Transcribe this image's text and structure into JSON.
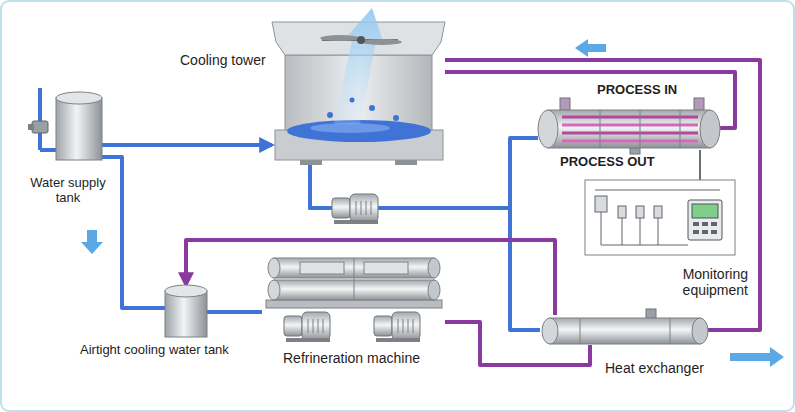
{
  "diagram": {
    "nodes": [
      {
        "text": [
          "Cooling tower"
        ]
      },
      {
        "text": [
          "Water supply tank"
        ]
      },
      {
        "text": [
          "PROCESS IN",
          "PROCESS OUT"
        ]
      },
      {
        "text": [
          "Monitoring equipment"
        ]
      },
      {
        "text": [
          "Airtight cooling water tank"
        ]
      },
      {
        "text": [
          "Refrineration machine"
        ]
      },
      {
        "text": [
          "Heat exchanger"
        ]
      }
    ],
    "edges": [
      {
        "from": 1,
        "to": 0,
        "arrow": "to"
      },
      {
        "from": 1,
        "to": 4,
        "arrow": "none"
      },
      {
        "from": 0,
        "to": 2,
        "arrow": "none"
      },
      {
        "from": 0,
        "to": 6,
        "arrow": "none"
      },
      {
        "from": 2,
        "to": 0,
        "arrow": "none"
      },
      {
        "from": 2,
        "to": 3,
        "arrow": "none"
      },
      {
        "from": 4,
        "to": 5,
        "arrow": "none"
      },
      {
        "from": 5,
        "to": 6,
        "arrow": "none"
      },
      {
        "from": 6,
        "to": 0,
        "arrow": "none"
      },
      {
        "from": 6,
        "to": 4,
        "arrow": "to"
      }
    ]
  }
}
